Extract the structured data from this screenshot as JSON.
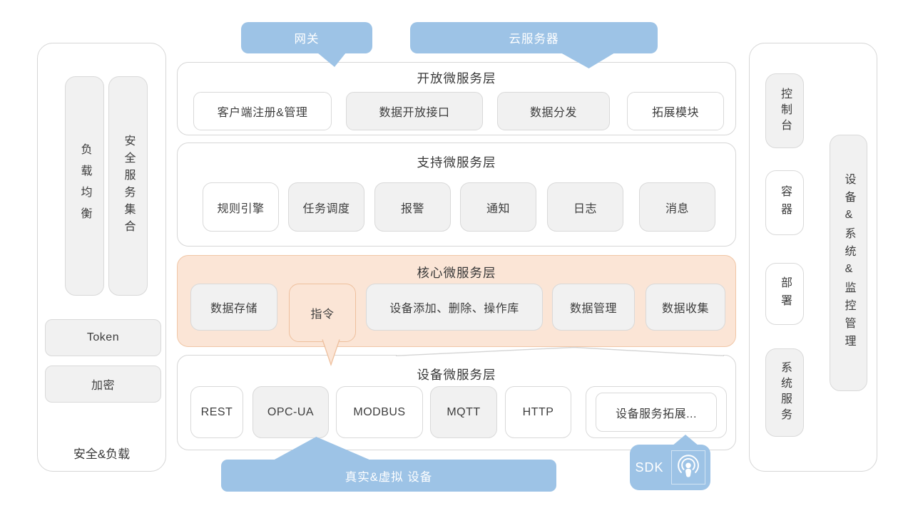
{
  "callouts": {
    "gateway": "网关",
    "cloud_server": "云服务器",
    "real_virtual_devices": "真实&虚拟 设备",
    "sdk": "SDK"
  },
  "left_panel": {
    "load_balancing": "负载均衡",
    "security_collection": "安全服务集合",
    "token": "Token",
    "encryption": "加密",
    "caption": "安全&负载"
  },
  "right_panel": {
    "console": "控制台",
    "container": "容器",
    "deployment": "部署",
    "system_service": "系统服务",
    "device_monitor": "设备&系统&监控管理"
  },
  "layers": {
    "open": {
      "title": "开放微服务层",
      "boxes": [
        "客户端注册&管理",
        "数据开放接口",
        "数据分发",
        "拓展模块"
      ]
    },
    "support": {
      "title": "支持微服务层",
      "boxes": [
        "规则引擎",
        "任务调度",
        "报警",
        "通知",
        "日志",
        "消息"
      ]
    },
    "core": {
      "title": "核心微服务层",
      "boxes": [
        "数据存储",
        "指令",
        "设备添加、删除、操作库",
        "数据管理",
        "数据收集"
      ]
    },
    "device": {
      "title": "设备微服务层",
      "boxes": [
        "REST",
        "OPC-UA",
        "MODBUS",
        "MQTT",
        "HTTP",
        "设备服务拓展..."
      ]
    }
  },
  "icons": {
    "sdk": "podcast-icon"
  },
  "palette": {
    "blue": "#9DC3E6",
    "peach": "#FBE5D6",
    "peach_border": "#F0C6A6",
    "gray_box": "#F1F1F1",
    "box_border": "#D9D9D9",
    "panel_border": "#D6D6D6",
    "text": "#3D3D3D"
  }
}
